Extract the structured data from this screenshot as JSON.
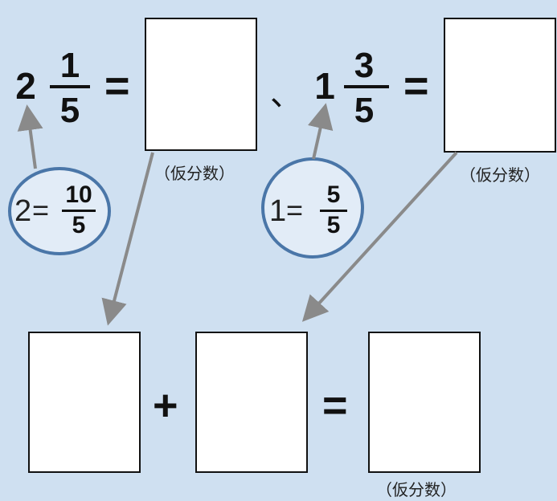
{
  "top_left": {
    "whole": "2",
    "numerator": "1",
    "denominator": "5",
    "equals": "="
  },
  "separator": "、",
  "top_right": {
    "whole": "1",
    "numerator": "3",
    "denominator": "5",
    "equals": "="
  },
  "hint_left": {
    "whole": "2",
    "equals": "=",
    "numerator": "10",
    "denominator": "5"
  },
  "hint_right": {
    "whole": "1",
    "equals": "=",
    "numerator": "5",
    "denominator": "5"
  },
  "note": "（仮分数）",
  "bottom": {
    "plus": "+",
    "equals": "="
  },
  "colors": {
    "background": "#cfe0f1",
    "circle_border": "#4a76a8",
    "arrow": "#8a8a8a"
  }
}
